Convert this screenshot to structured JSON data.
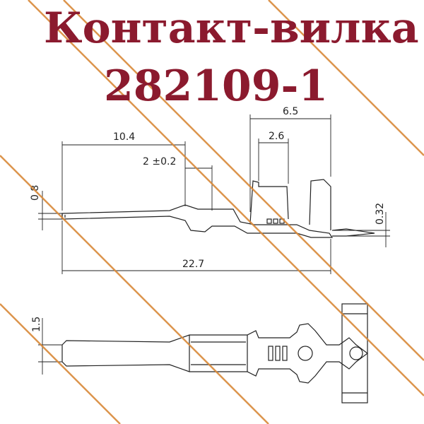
{
  "title": {
    "line1": "Контакт-вилка",
    "line2": "282109-1"
  },
  "dimensions": {
    "overall_length": "22.7",
    "pin_length": "10.4",
    "barrel_offset": "2 ±0.2",
    "crimp_length": "6.5",
    "insulation_width": "2.6",
    "pin_diameter": "0.8",
    "material_thickness": "0.32",
    "width_bottom": "1.5"
  },
  "colors": {
    "title": "#8b1a2e",
    "watermark_stripe": "#d98a3a",
    "line": "#222222"
  }
}
